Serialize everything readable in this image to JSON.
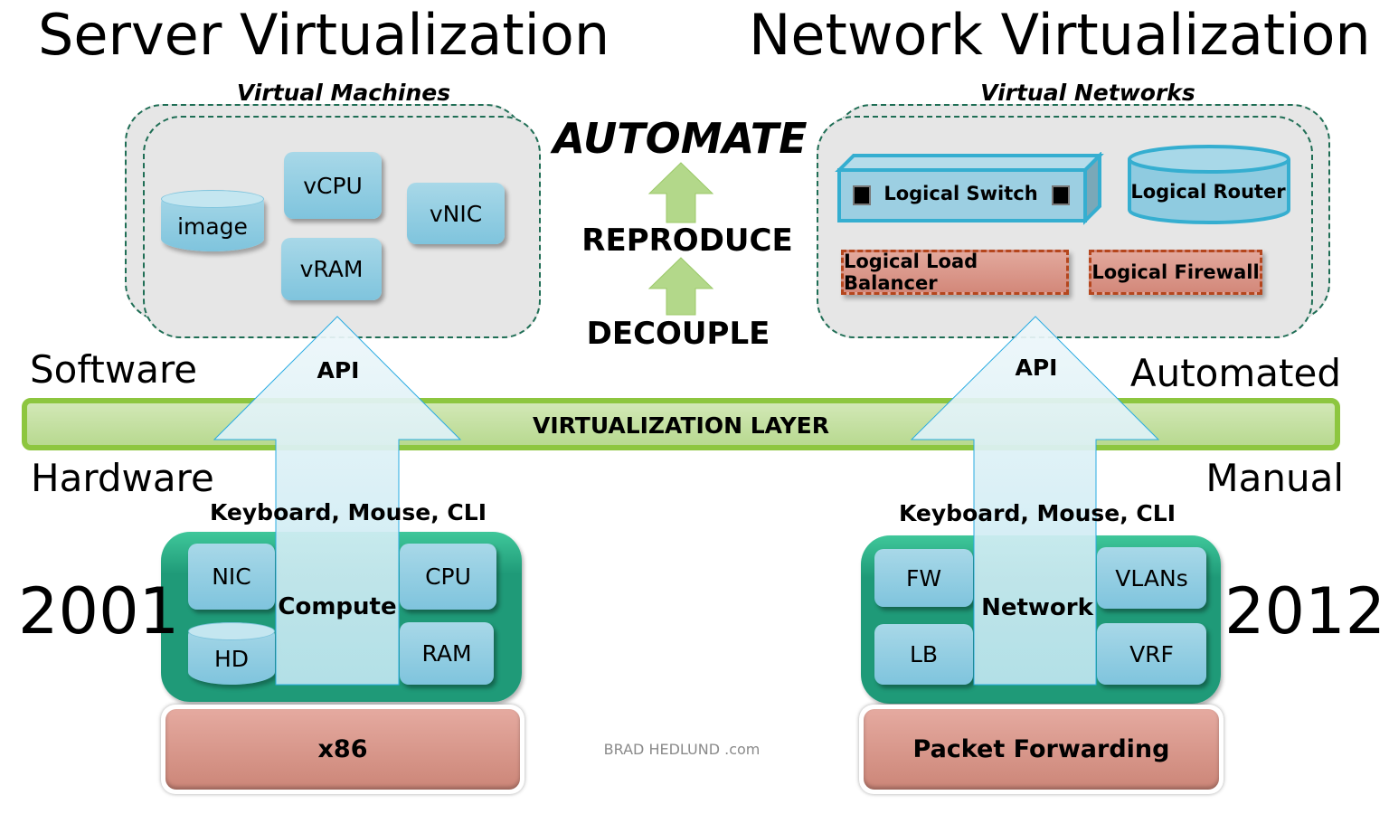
{
  "titles": {
    "left": "Server Virtualization",
    "right": "Network Virtualization"
  },
  "left_cloud": {
    "heading": "Virtual Machines",
    "items": {
      "image": "image",
      "vcpu": "vCPU",
      "vram": "vRAM",
      "vnic": "vNIC"
    }
  },
  "right_cloud": {
    "heading": "Virtual Networks",
    "switch": "Logical Switch",
    "router": "Logical Router",
    "lb": "Logical Load Balancer",
    "fw": "Logical Firewall"
  },
  "steps": {
    "automate": "AUTOMATE",
    "reproduce": "REPRODUCE",
    "decouple": "DECOUPLE"
  },
  "sides": {
    "software": "Software",
    "hardware": "Hardware",
    "automated": "Automated",
    "manual": "Manual"
  },
  "layer": "VIRTUALIZATION LAYER",
  "api": {
    "left": "API",
    "right": "API"
  },
  "interface": {
    "left": "Keyboard, Mouse, CLI",
    "right": "Keyboard, Mouse, CLI"
  },
  "compute": {
    "label": "Compute",
    "nic": "NIC",
    "hd": "HD",
    "cpu": "CPU",
    "ram": "RAM",
    "base": "x86"
  },
  "network": {
    "label": "Network",
    "fw": "FW",
    "lb": "LB",
    "vlans": "VLANs",
    "vrf": "VRF",
    "base": "Packet Forwarding"
  },
  "years": {
    "left": "2001",
    "right": "2012"
  },
  "credit": "BRAD HEDLUND .com",
  "colors": {
    "layer_border": "#8dc63f",
    "hardware_green": "#1f9a78",
    "cloud_dash": "#1f6e55",
    "logical_red_border": "#b5461d",
    "arrow_stroke": "#29abe2"
  }
}
